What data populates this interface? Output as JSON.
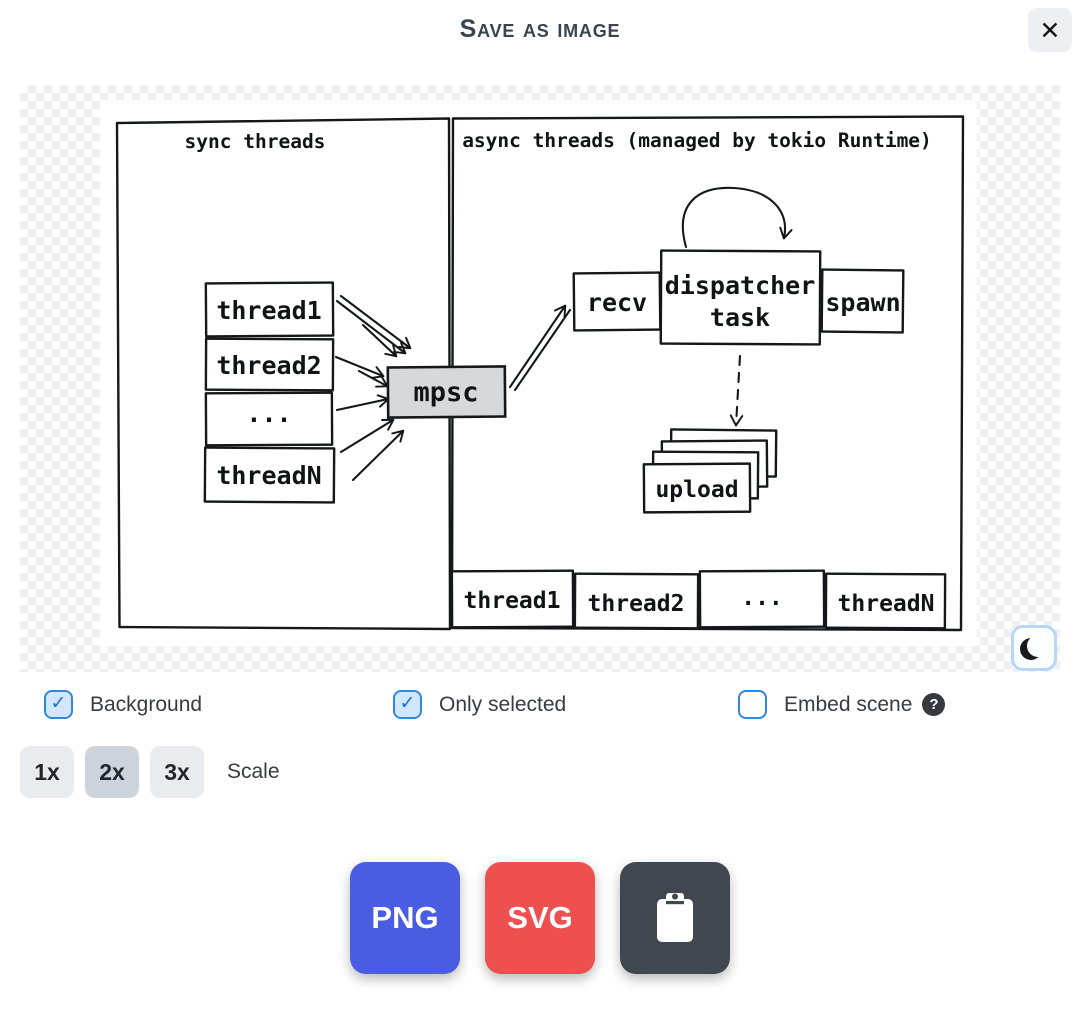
{
  "dialog": {
    "title": "Save as image",
    "close_glyph": "✕"
  },
  "preview": {
    "diagram": {
      "sync_box_label": "sync threads",
      "async_box_label": "async threads (managed by tokio Runtime)",
      "sync_threads": [
        "thread1",
        "thread2",
        "...",
        "threadN"
      ],
      "mpsc_label": "mpsc",
      "recv_label": "recv",
      "dispatcher_line1": "dispatcher",
      "dispatcher_line2": "task",
      "spawn_label": "spawn",
      "upload_label": "upload",
      "async_threads": [
        "thread1",
        "thread2",
        "...",
        "threadN"
      ]
    }
  },
  "options": {
    "background": {
      "label": "Background",
      "checked": true,
      "check_glyph": "✓"
    },
    "only_selected": {
      "label": "Only selected",
      "checked": true,
      "check_glyph": "✓"
    },
    "embed_scene": {
      "label": "Embed scene",
      "checked": false,
      "help_glyph": "?"
    },
    "scale": {
      "label": "Scale",
      "options": [
        "1x",
        "2x",
        "3x"
      ],
      "selected": "2x"
    }
  },
  "export": {
    "png": {
      "label": "PNG",
      "color": "#4a5ce1"
    },
    "svg": {
      "label": "SVG",
      "color": "#ee4f4f"
    },
    "clipboard": {
      "color": "#40474f"
    }
  },
  "colors": {
    "accent_blue": "#2f88dd",
    "checkbox_fill": "#d2e7fb",
    "mpsc_fill": "#d6d9dc",
    "checker_gray": "#f0f0f0",
    "title_color": "#3b4350"
  }
}
